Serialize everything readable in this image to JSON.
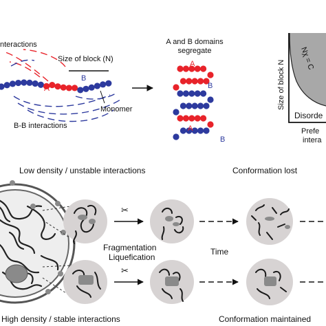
{
  "top_panel": {
    "aa_interactions": "nteractions",
    "size_of_block": "Size of block (N)",
    "monomer": "Monomer",
    "bb_interactions": "B-B interactions",
    "chain_label_a": "A",
    "chain_label_b": "B",
    "segregate_title_line1": "A and B domains",
    "segregate_title_line2": "segregate",
    "folded_labels": [
      "A",
      "B",
      "A",
      "B"
    ]
  },
  "phase_diagram": {
    "y_axis_label": "Size of block N",
    "curve_label": "Nχ = C",
    "region_label": "Disorde",
    "x_axis_line1": "Prefe",
    "x_axis_line2": "intera"
  },
  "bottom_panel": {
    "low_density_title": "Low density / unstable interactions",
    "conformation_lost": "Conformation lost",
    "fragmentation_line1": "Fragmentation",
    "fragmentation_line2": "Liquefication",
    "time_label": "Time",
    "high_density_title": "High density / stable interactions",
    "conformation_maintained": "Conformation maintained"
  },
  "colors": {
    "domain_a": "#e8232a",
    "domain_b": "#2d3a9e",
    "bead_gray": "#8a8a8a",
    "circle_fill": "#d7d3d3",
    "phase_region": "#a8a8a8"
  }
}
